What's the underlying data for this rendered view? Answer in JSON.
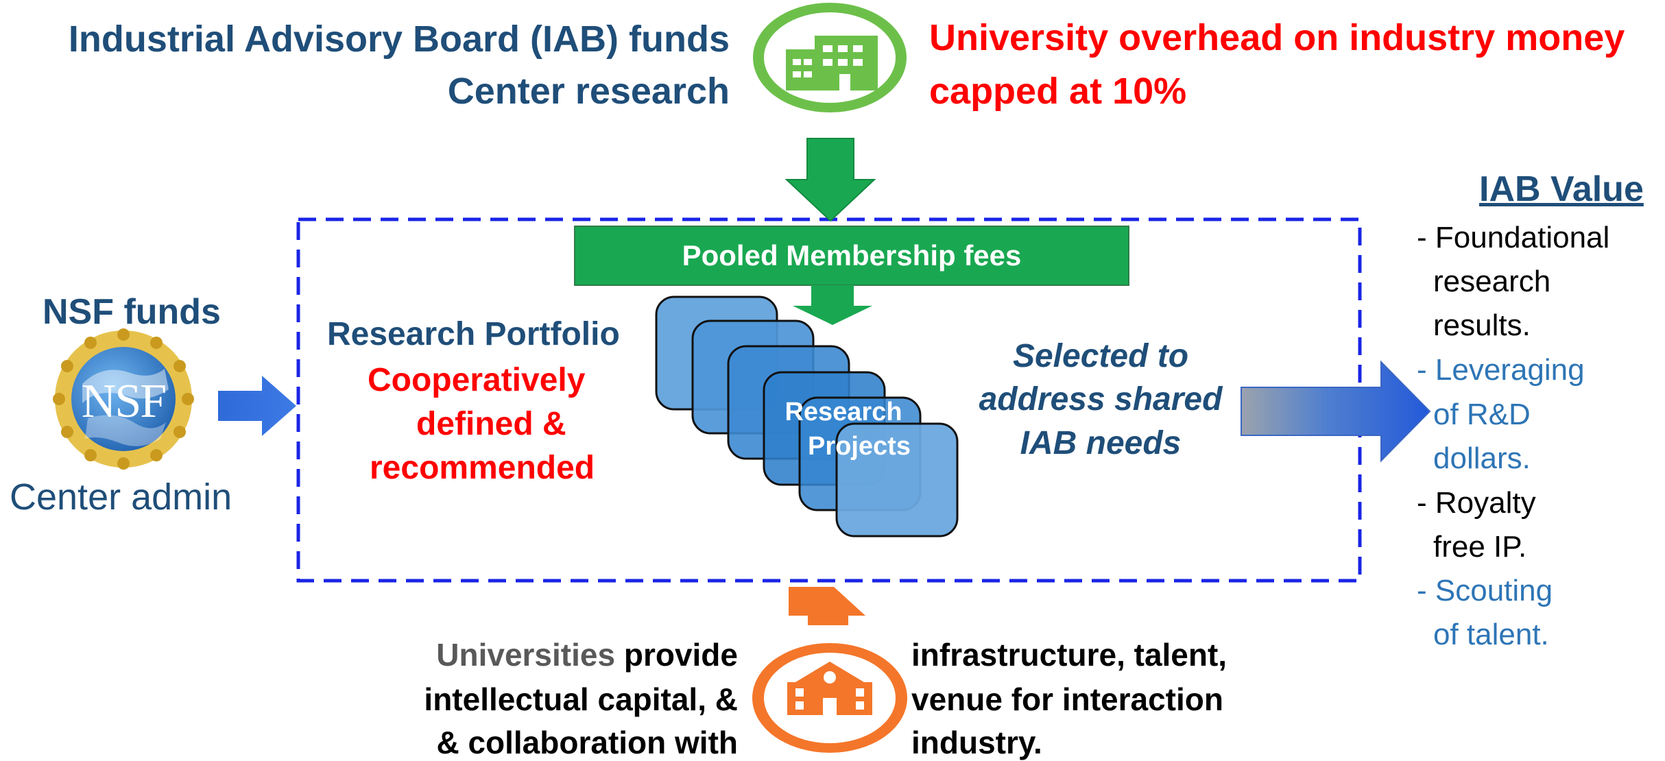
{
  "top": {
    "iab_line1": "Industrial Advisory Board (IAB) funds",
    "iab_line2": "Center research",
    "overhead_line1": "University overhead on industry money",
    "overhead_line2": "capped at 10%"
  },
  "center": {
    "pooled_label": "Pooled Membership fees",
    "portfolio_title": "Research Portfolio",
    "portfolio_line1": "Cooperatively",
    "portfolio_line2": "defined &",
    "portfolio_line3": "recommended",
    "projects_line1": "Research",
    "projects_line2": "Projects",
    "selected_line1": "Selected to",
    "selected_line2": "address shared",
    "selected_line3": "IAB needs"
  },
  "nsf": {
    "funds": "NSF funds",
    "logo_text": "NSF",
    "admin": "Center admin"
  },
  "iab_value": {
    "title": "IAB Value",
    "items": [
      {
        "lines": [
          "- Foundational",
          "research",
          "results."
        ],
        "color": "#000000"
      },
      {
        "lines": [
          "- Leveraging",
          "of R&D",
          "dollars."
        ],
        "color": "#2e75b6"
      },
      {
        "lines": [
          "- Royalty",
          "free IP."
        ],
        "color": "#000000"
      },
      {
        "lines": [
          "- Scouting",
          "of talent."
        ],
        "color": "#2e75b6"
      }
    ]
  },
  "bottom": {
    "universities_word": "Universities",
    "left_line1_rest": "provide",
    "left_line2": "intellectual capital, &",
    "left_line3": "& collaboration with",
    "right_line1": "infrastructure, talent,",
    "right_line2": "venue for interaction",
    "right_line3": "industry."
  },
  "colors": {
    "navy": "#1f4e79",
    "red": "#ff0000",
    "green": "#19a851",
    "orange": "#f4762a",
    "dashed_border": "#1a24e6",
    "project_blue": "#3f8fd4"
  },
  "icons": [
    "building-icon",
    "school-icon",
    "nsf-logo"
  ]
}
